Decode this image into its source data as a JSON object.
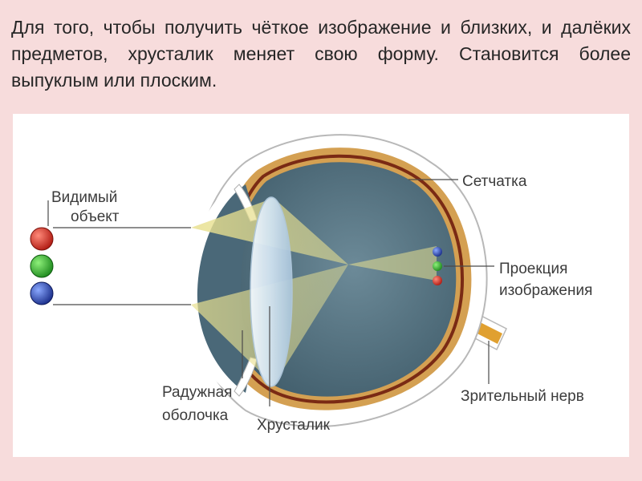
{
  "intro_text": "Для того, чтобы получить чёткое изображение и близких, и далёких предметов, хрусталик меняет свою форму. Становится более выпуклым или плоским.",
  "labels": {
    "object_line1": "Видимый",
    "object_line2": "объект",
    "retina": "Сетчатка",
    "projection_line1": "Проекция",
    "projection_line2": "изображения",
    "optic_nerve": "Зрительный нерв",
    "iris_line1": "Радужная",
    "iris_line2": "оболочка",
    "lens": "Хрусталик"
  },
  "object_balls": [
    "red",
    "green",
    "blue"
  ],
  "image_balls": [
    "blue",
    "green",
    "red"
  ],
  "colors": {
    "background": "#f7dcdc",
    "sclera": "#ffffff",
    "choroid": "#d4a052",
    "retina": "#7a2a14",
    "vitreous": "#506e7c",
    "lens": "#d8e8f4",
    "beam": "#e8e090",
    "nerve": "#e0a030"
  }
}
